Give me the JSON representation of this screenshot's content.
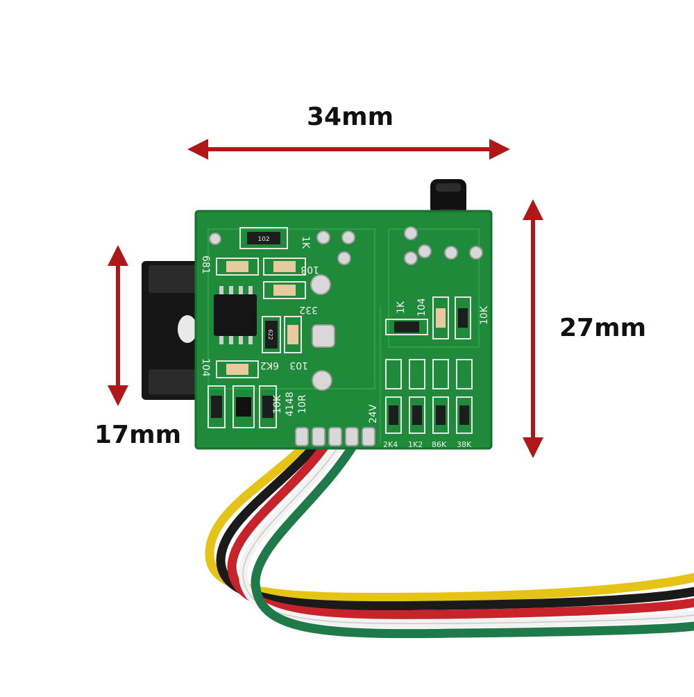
{
  "dimensions": {
    "width": "34mm",
    "height": "27mm",
    "depth": "17mm"
  },
  "pcb": {
    "silkscreen_labels": {
      "r_1k_top": "1K",
      "r_681": "681",
      "r_103_a": "103",
      "c_332": "332",
      "r_103_b": "103",
      "r_6k2": "6K2",
      "c_104_left": "104",
      "r_10k_left": "10K",
      "d_4148": "4148",
      "r_10r": "10R",
      "r_1k_right": "1K",
      "c_104_right": "104",
      "r_10k_right": "10K",
      "v_24v": "24V",
      "r_2k4": "2K4",
      "r_1k2": "1K2",
      "r_86k": "86K",
      "r_38k": "38K"
    },
    "chip_markings": {
      "smd_102": "102",
      "smd_622": "622"
    }
  },
  "colors": {
    "arrow": "#b01717",
    "pcb": "#1f8a3a",
    "wire_yellow": "#e6c417",
    "wire_black": "#1a1a1a",
    "wire_red": "#c8222b",
    "wire_white": "#f2f2f2",
    "wire_green": "#1f7a4a"
  }
}
